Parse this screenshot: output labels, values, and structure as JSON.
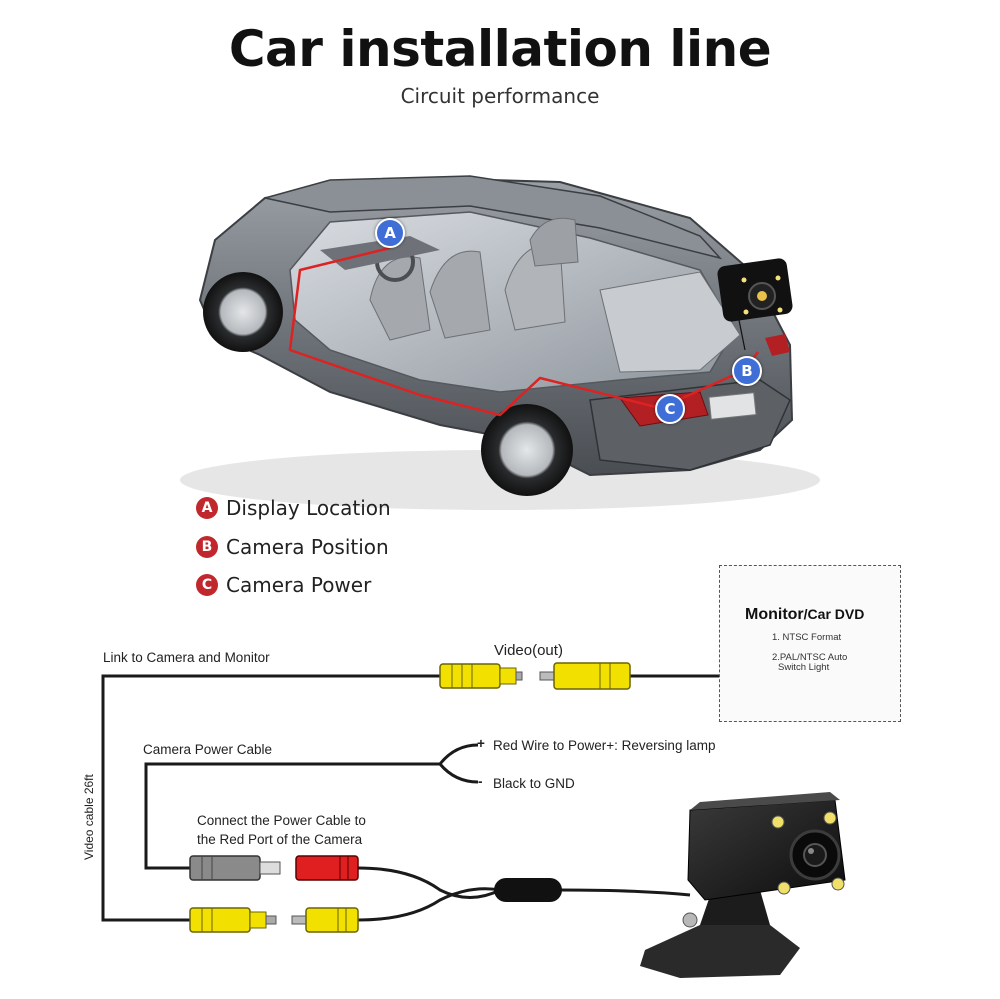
{
  "header": {
    "title": "Car installation line",
    "subtitle": "Circuit performance"
  },
  "car_markers": [
    {
      "letter": "A"
    },
    {
      "letter": "B"
    },
    {
      "letter": "C"
    }
  ],
  "legend": [
    {
      "letter": "A",
      "label": "Display Location"
    },
    {
      "letter": "B",
      "label": "Camera Position"
    },
    {
      "letter": "C",
      "label": "Camera Power"
    }
  ],
  "wiring": {
    "link_label": "Link to Camera and Monitor",
    "video_out_label": "Video(out)",
    "power_cable_label": "Camera Power Cable",
    "red_wire_label": "Red Wire to Power+: Reversing lamp",
    "black_wire_label": "Black to GND",
    "plus_sign": "+",
    "minus_sign": "-",
    "connect_label_line1": "Connect the Power Cable to",
    "connect_label_line2": "the Red Port of the Camera",
    "video_cable_label": "Video cable 26ft"
  },
  "monitor": {
    "title_main": "Monitor",
    "title_sub": "/Car DVD",
    "note1": "1. NTSC Format",
    "note2_line1": "2.PAL/NTSC Auto",
    "note2_line2": "Switch Light"
  },
  "colors": {
    "badge_red": "#c0282d",
    "badge_blue": "#3f6fd6",
    "rca_yellow": "#f2e000",
    "rca_red": "#e02020",
    "rca_gray": "#8a8a8a"
  }
}
